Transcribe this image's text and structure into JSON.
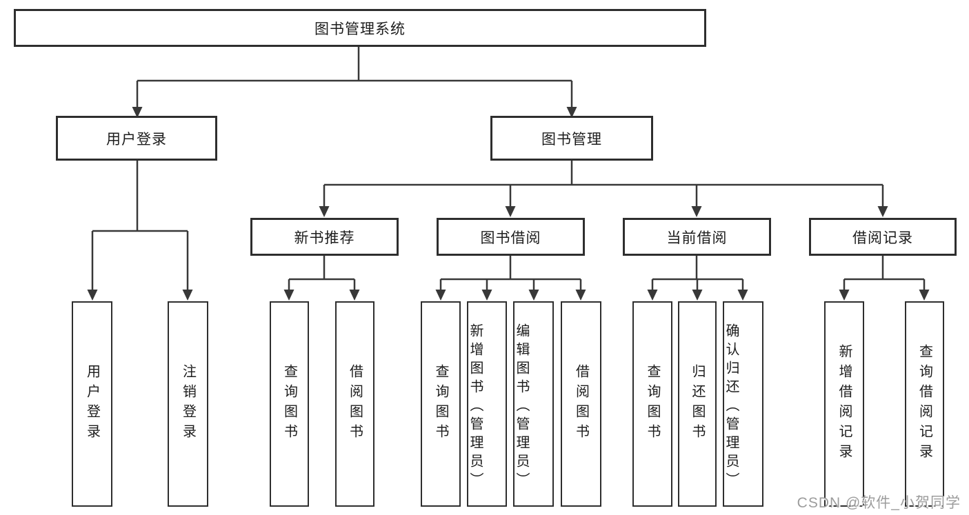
{
  "diagram": {
    "root": "图书管理系统",
    "branches": [
      {
        "label": "用户登录",
        "children": [
          "用户登录",
          "注销登录"
        ]
      },
      {
        "label": "图书管理"
      }
    ],
    "modules": [
      {
        "label": "新书推荐",
        "children": [
          "查询图书",
          "借阅图书"
        ]
      },
      {
        "label": "图书借阅",
        "children": [
          "查询图书",
          "新增图书（管理员）",
          "编辑图书（管理员）",
          "借阅图书"
        ]
      },
      {
        "label": "当前借阅",
        "children": [
          "查询图书",
          "归还图书",
          "确认归还（管理员）"
        ]
      },
      {
        "label": "借阅记录",
        "children": [
          "新增借阅记录",
          "查询借阅记录"
        ]
      }
    ],
    "colors": {
      "line": "#383838",
      "border": "#2e2e2e",
      "fill": "#ffffff",
      "text": "#1c1c1c",
      "watermark": "#9c9c9c"
    }
  },
  "watermark": "CSDN @软件_小贺同学"
}
